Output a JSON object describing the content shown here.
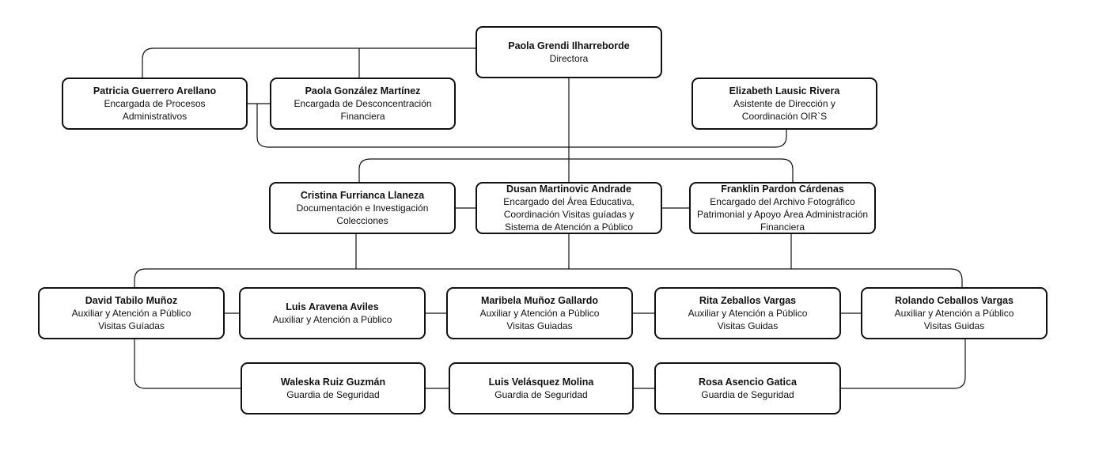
{
  "people": {
    "director": {
      "name": "Paola Grendi Ilharreborde",
      "roles": [
        "Directora"
      ]
    },
    "patricia": {
      "name": "Patricia Guerrero Arellano",
      "roles": [
        "Encargada de Procesos",
        "Administrativos"
      ]
    },
    "paola_g": {
      "name": "Paola González Martínez",
      "roles": [
        "Encargada de Desconcentración",
        "Financiera"
      ]
    },
    "elizabeth": {
      "name": "Elizabeth Lausic Rivera",
      "roles": [
        "Asistente de Dirección y",
        "Coordinación OIR`S"
      ]
    },
    "cristina": {
      "name": "Cristina Furrianca Llaneza",
      "roles": [
        "Documentación e Investigación",
        "Colecciones"
      ]
    },
    "dusan": {
      "name": "Dusan Martinovic Andrade",
      "roles": [
        "Encargado del Área Educativa,",
        "Coordinación Visitas guíadas y",
        "Sistema de Atención a Público"
      ]
    },
    "franklin": {
      "name": "Franklin Pardon Cárdenas",
      "roles": [
        "Encargado del Archivo Fotográfico",
        "Patrimonial y  Apoyo Área Administración",
        "Financiera"
      ]
    },
    "david": {
      "name": "David Tabilo Muñoz",
      "roles": [
        "Auxiliar y Atención a Público",
        "Visitas Guíadas"
      ]
    },
    "luis_a": {
      "name": "Luis Aravena Aviles",
      "roles": [
        "Auxiliar y Atención a Público"
      ]
    },
    "maribela": {
      "name": "Maribela Muñoz Gallardo",
      "roles": [
        "Auxiliar y Atención a Público",
        "Visitas Guiadas"
      ]
    },
    "rita": {
      "name": "Rita Zeballos Vargas",
      "roles": [
        "Auxiliar y Atención a Público",
        "Visitas Guidas"
      ]
    },
    "rolando": {
      "name": "Rolando Ceballos Vargas",
      "roles": [
        "Auxiliar y Atención a Público",
        "Visitas Guidas"
      ]
    },
    "waleska": {
      "name": "Waleska Ruiz Guzmán",
      "roles": [
        "Guardia de Seguridad"
      ]
    },
    "luis_v": {
      "name": "Luis Velásquez Molina",
      "roles": [
        "Guardia de Seguridad"
      ]
    },
    "rosa": {
      "name": "Rosa Asencio Gatica",
      "roles": [
        "Guardia de Seguridad"
      ]
    }
  },
  "colors": {
    "line": "#111111",
    "box_border": "#111111",
    "box_fill": "#ffffff"
  }
}
